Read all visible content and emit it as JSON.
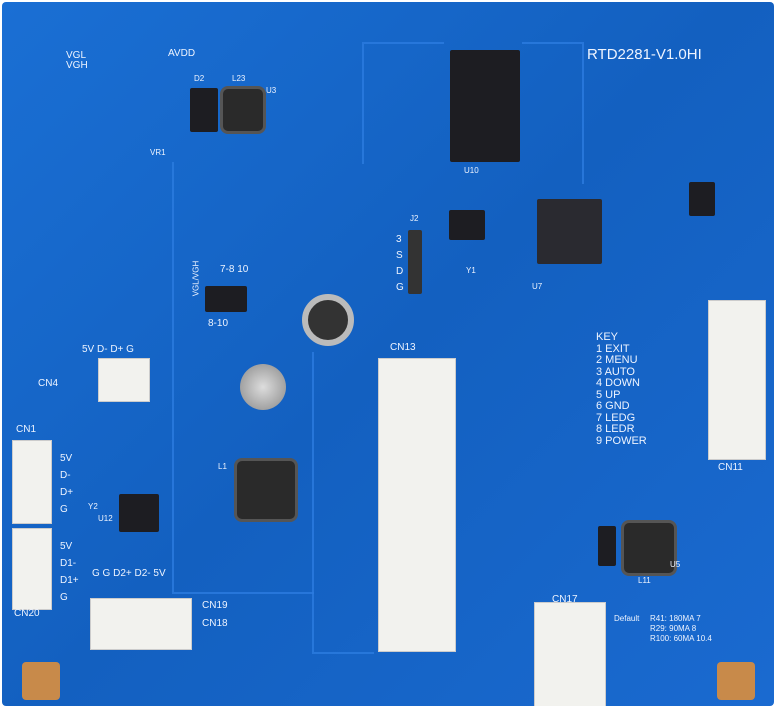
{
  "board_title": "RTD2281-V1.0HI",
  "labels": {
    "vgl": "VGL",
    "vgh": "VGH",
    "avdd": "AVDD",
    "cn1": "CN1",
    "cn4": "CN4",
    "cn11": "CN11",
    "cn13": "CN13",
    "cn17": "CN17",
    "cn18": "CN18",
    "cn19": "CN19",
    "cn20": "CN20",
    "j2": "J2",
    "cn4_pins": "5V D- D+ G",
    "cn19_pins": "G  G  D2+ D2-  5V",
    "cn1_pins": [
      "5V",
      "D-",
      "D+",
      "G"
    ],
    "cn20_pins": [
      "5V",
      "D1-",
      "D1+",
      "G"
    ],
    "j2_pins": [
      "3",
      "S",
      "D",
      "G"
    ],
    "u12": "U12",
    "y2": "Y2",
    "u3": "U3",
    "l23": "L23",
    "d2": "D2",
    "vr1": "VR1",
    "u10": "U10",
    "u7": "U7",
    "u5": "U5",
    "y1": "Y1",
    "l1": "L1",
    "l11": "L11",
    "vglvgh": "VGL/VGH",
    "jumper": "7-8  10",
    "jumper2": "8-10"
  },
  "key_table": {
    "title": "KEY",
    "rows": [
      "1  EXIT",
      "2  MENU",
      "3  AUTO",
      "4  DOWN",
      "5  UP",
      "6  GND",
      "7  LEDG",
      "8  LEDR",
      "9  POWER"
    ]
  },
  "default_note": {
    "prefix": "Default",
    "rows": [
      "R41: 180MA   7",
      "R29: 90MA    8",
      "R100: 60MA  10.4"
    ]
  }
}
